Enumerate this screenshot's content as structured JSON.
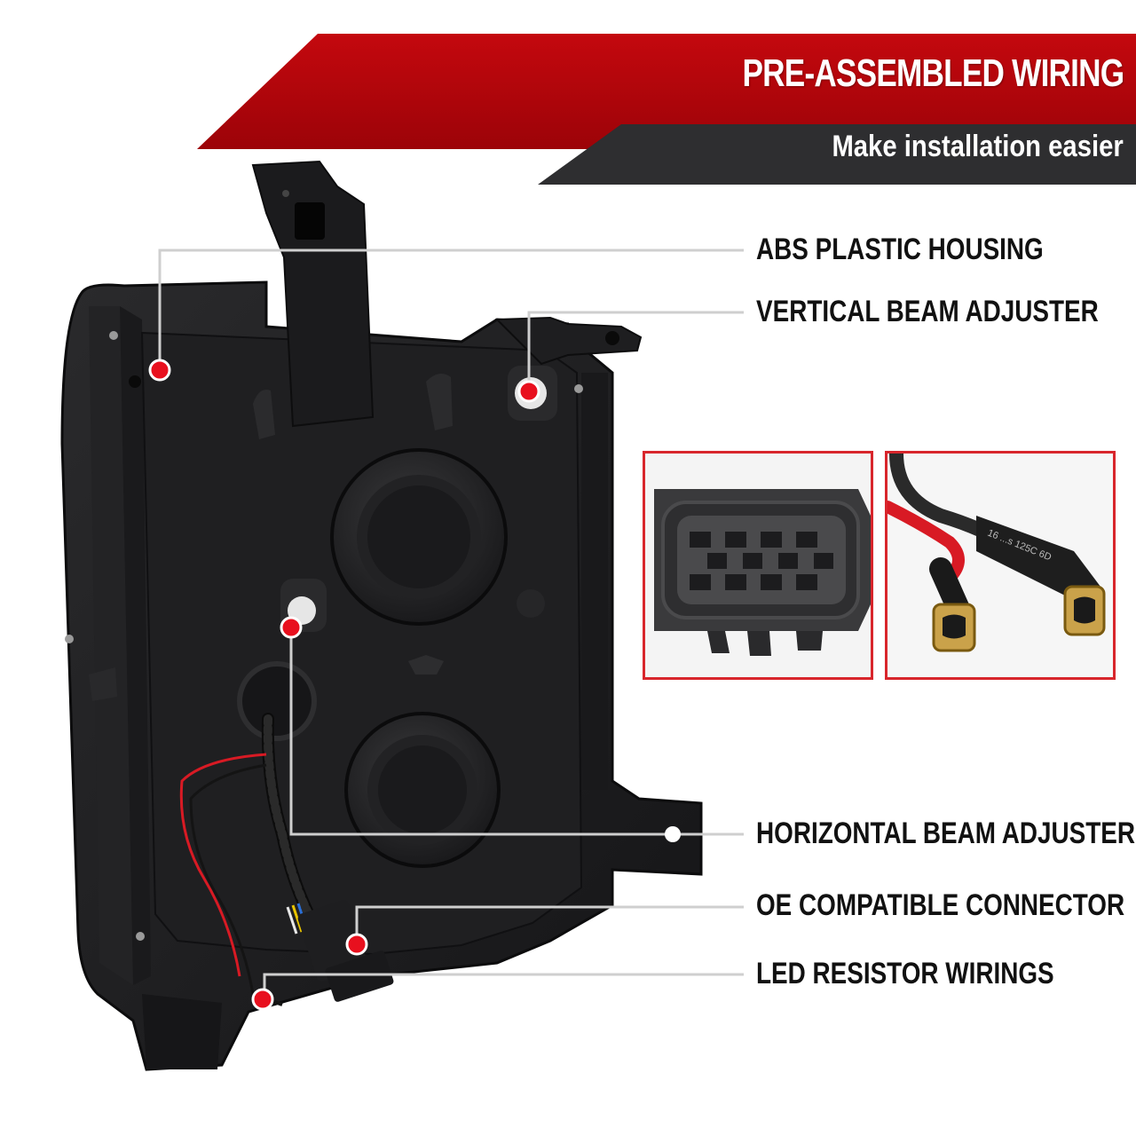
{
  "banner": {
    "title": "PRE-ASSEMBLED WIRING",
    "subtitle": "Make installation easier",
    "colors": {
      "primary": "#b5050b",
      "secondary": "#2e2e30"
    }
  },
  "callouts": [
    {
      "label": "ABS PLASTIC HOUSING"
    },
    {
      "label": "VERTICAL BEAM ADJUSTER"
    },
    {
      "label": "HORIZONTAL BEAM ADJUSTER"
    },
    {
      "label": "OE COMPATIBLE CONNECTOR"
    },
    {
      "label": "LED RESISTOR WIRINGS"
    }
  ],
  "insets": {
    "connector": {
      "icon": "connector-plug-icon"
    },
    "resistor_wire": {
      "icon": "spade-terminal-icon",
      "markings": "16 ...s 125C 6D"
    }
  },
  "colors": {
    "accent_red": "#d8262c",
    "marker_red": "#e8101e",
    "housing": "#1c1c1e"
  }
}
